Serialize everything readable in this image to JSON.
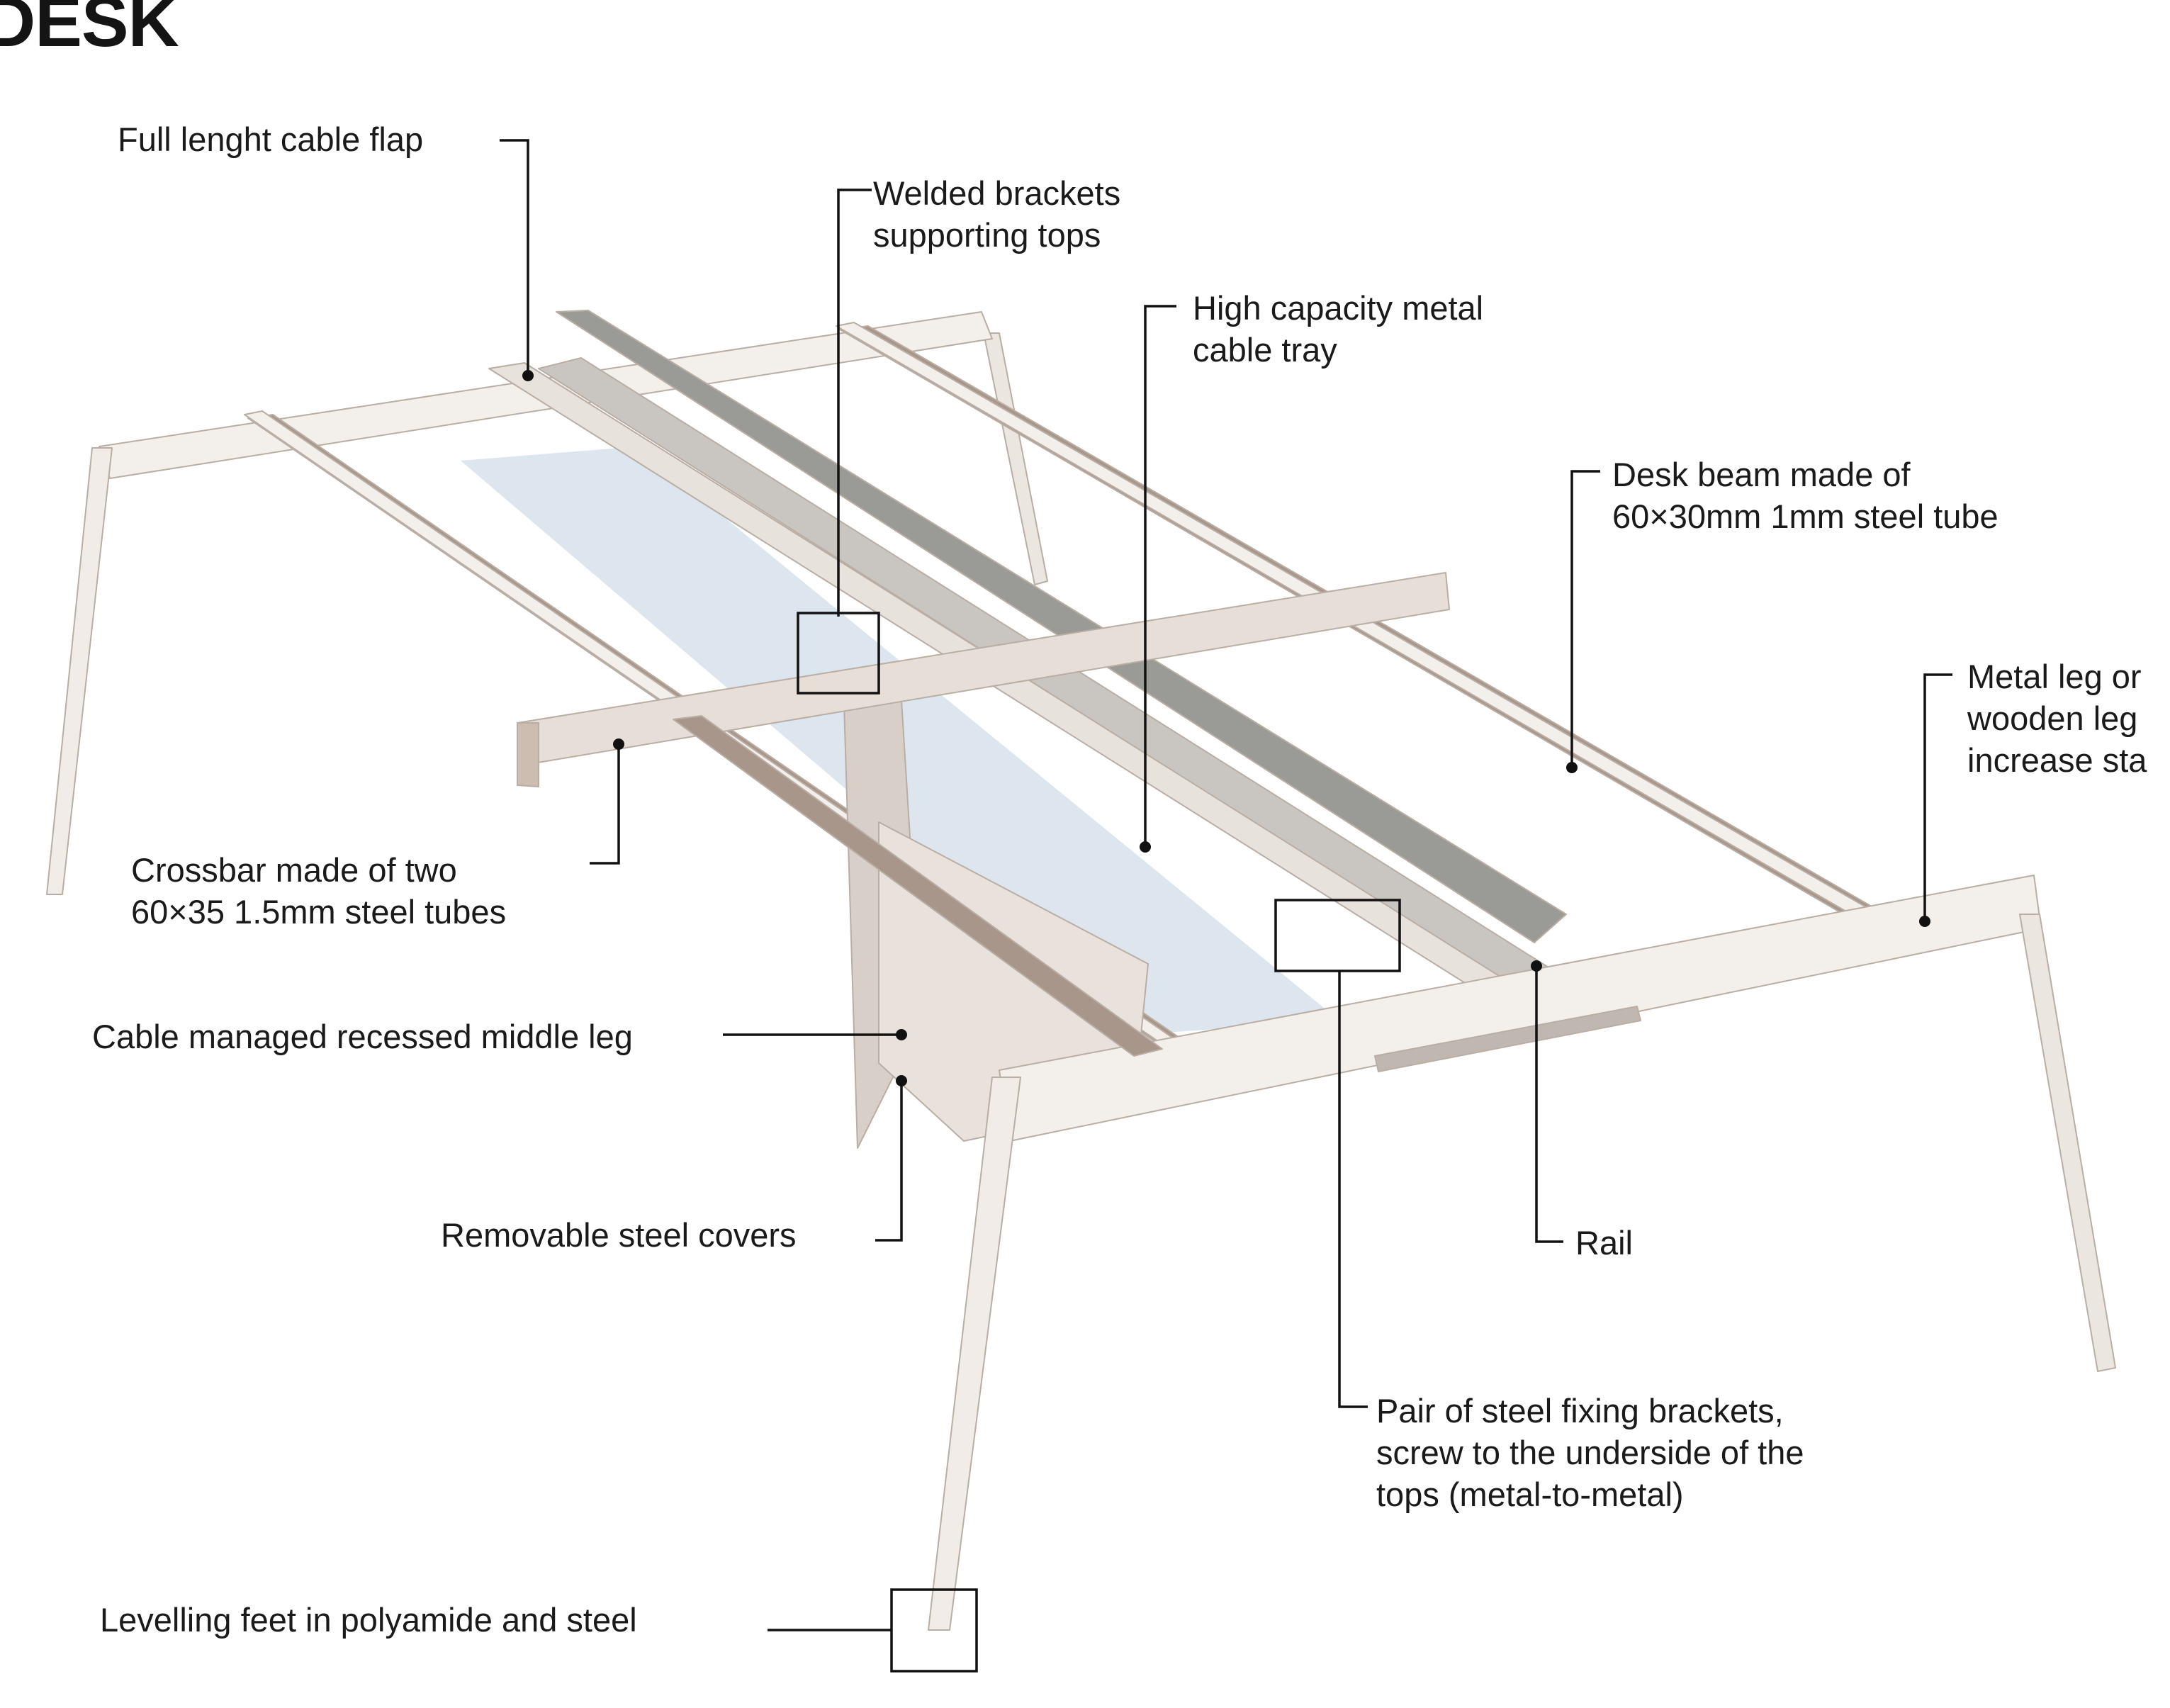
{
  "title": "DESK",
  "callouts": {
    "cable_flap": [
      "Full lenght cable flap"
    ],
    "welded_brackets": [
      "Welded brackets",
      "supporting tops"
    ],
    "cable_tray": [
      "High capacity metal",
      "cable tray"
    ],
    "desk_beam": [
      "Desk beam made of",
      "60×30mm 1mm steel tube"
    ],
    "metal_leg": [
      "Metal leg or",
      "wooden leg",
      "increase sta"
    ],
    "crossbar": [
      "Crossbar made of two",
      "60×35 1.5mm steel tubes"
    ],
    "middle_leg": [
      "Cable managed recessed middle leg"
    ],
    "steel_covers": [
      "Removable steel covers"
    ],
    "rail": [
      "Rail"
    ],
    "fixing_brackets": [
      "Pair of steel fixing brackets,",
      "screw to the underside of the",
      "tops (metal-to-metal)"
    ],
    "levelling_feet": [
      "Levelling feet in polyamide and steel"
    ]
  },
  "colors": {
    "frame": "#f3efea",
    "frame_edge": "#b9aea4",
    "beam_side": "#a8968a",
    "tray": "#9a9a96",
    "glass": "#dde6ee",
    "leader": "#111111"
  }
}
